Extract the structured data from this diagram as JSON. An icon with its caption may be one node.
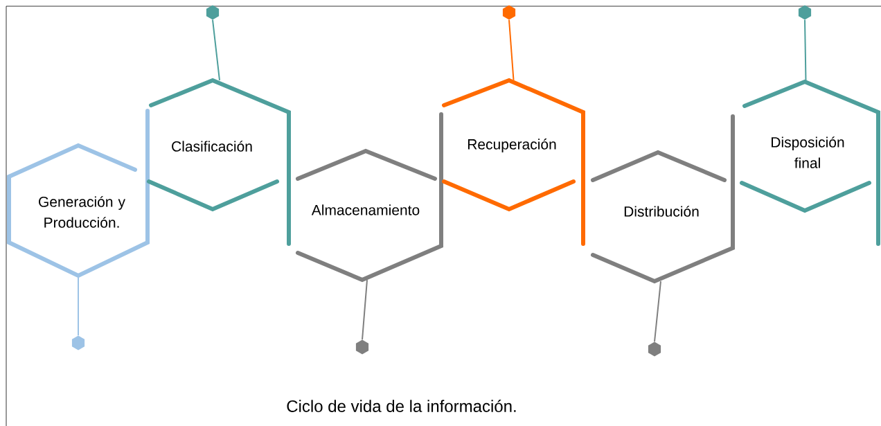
{
  "diagram": {
    "caption": "Ciclo de vida de la información.",
    "nodes": [
      {
        "text": [
          "Generación y Producción."
        ]
      },
      {
        "text": [
          "Clasificación"
        ]
      },
      {
        "text": [
          "Almacenamiento"
        ]
      },
      {
        "text": [
          "Recuperación"
        ]
      },
      {
        "text": [
          "Distribución"
        ]
      },
      {
        "text": [
          "Disposición final"
        ]
      },
      {
        "text": [],
        "shape": "hexagon"
      },
      {
        "text": [],
        "shape": "hexagon"
      },
      {
        "text": [],
        "shape": "hexagon"
      },
      {
        "text": [],
        "shape": "hexagon"
      },
      {
        "text": [],
        "shape": "hexagon"
      },
      {
        "text": [],
        "shape": "hexagon"
      }
    ],
    "edges": [
      {
        "from": 0,
        "to": 6,
        "arrow": "none",
        "color": "#9dc3e6"
      },
      {
        "from": 1,
        "to": 7,
        "arrow": "none",
        "color": "#4e9f9c"
      },
      {
        "from": 2,
        "to": 8,
        "arrow": "none",
        "color": "#7f7f7f"
      },
      {
        "from": 3,
        "to": 9,
        "arrow": "none",
        "color": "#ff6a00"
      },
      {
        "from": 4,
        "to": 10,
        "arrow": "none",
        "color": "#7f7f7f"
      },
      {
        "from": 5,
        "to": 11,
        "arrow": "none",
        "color": "#4e9f9c"
      }
    ]
  }
}
